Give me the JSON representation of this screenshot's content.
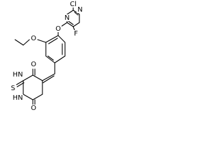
{
  "structure": {
    "atoms": {
      "cl": "Cl",
      "n_pyr_upper": "N",
      "n_pyr_lower": "N",
      "f": "F",
      "o_ether": "O",
      "o_ethoxy": "O",
      "o_upper_carbonyl": "O",
      "nh_upper": "HN",
      "nh_lower": "HN",
      "s": "S",
      "o_lower_carbonyl": "O"
    }
  }
}
